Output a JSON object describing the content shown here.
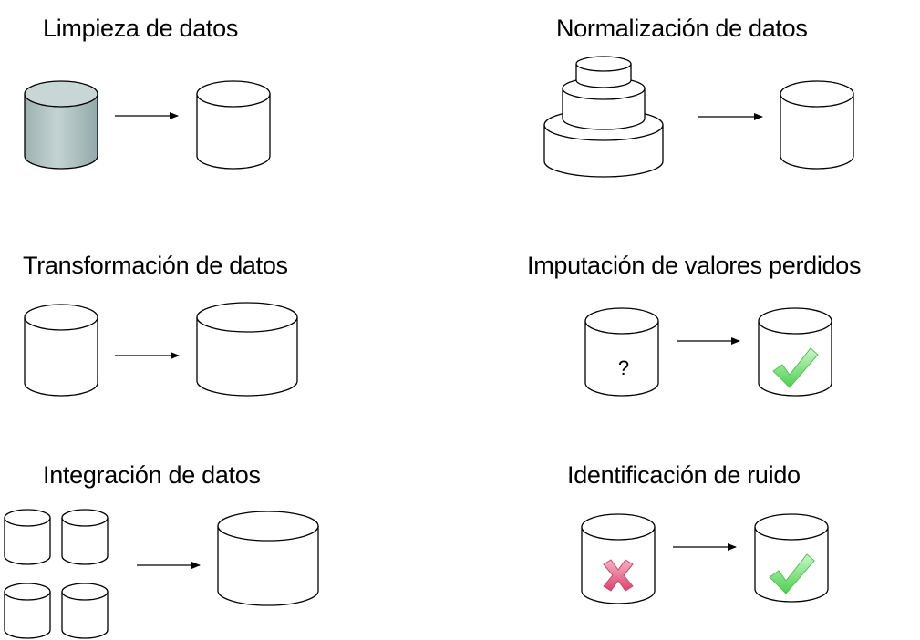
{
  "panels": {
    "cleaning": {
      "title": "Limpieza de datos"
    },
    "normalization": {
      "title": "Normalización de datos"
    },
    "transformation": {
      "title": "Transformación de datos"
    },
    "imputation": {
      "title": "Imputación de valores perdidos",
      "unknown_mark": "?"
    },
    "integration": {
      "title": "Integración de datos"
    },
    "noise": {
      "title": "Identificación de ruido"
    }
  },
  "colors": {
    "dirty_fill": "#a9bcbc",
    "check_green": "#7fe07f",
    "cross_red": "#e06a8a"
  },
  "icons": [
    "database-icon",
    "arrow-right-icon",
    "check-icon",
    "cross-icon",
    "question-icon"
  ]
}
